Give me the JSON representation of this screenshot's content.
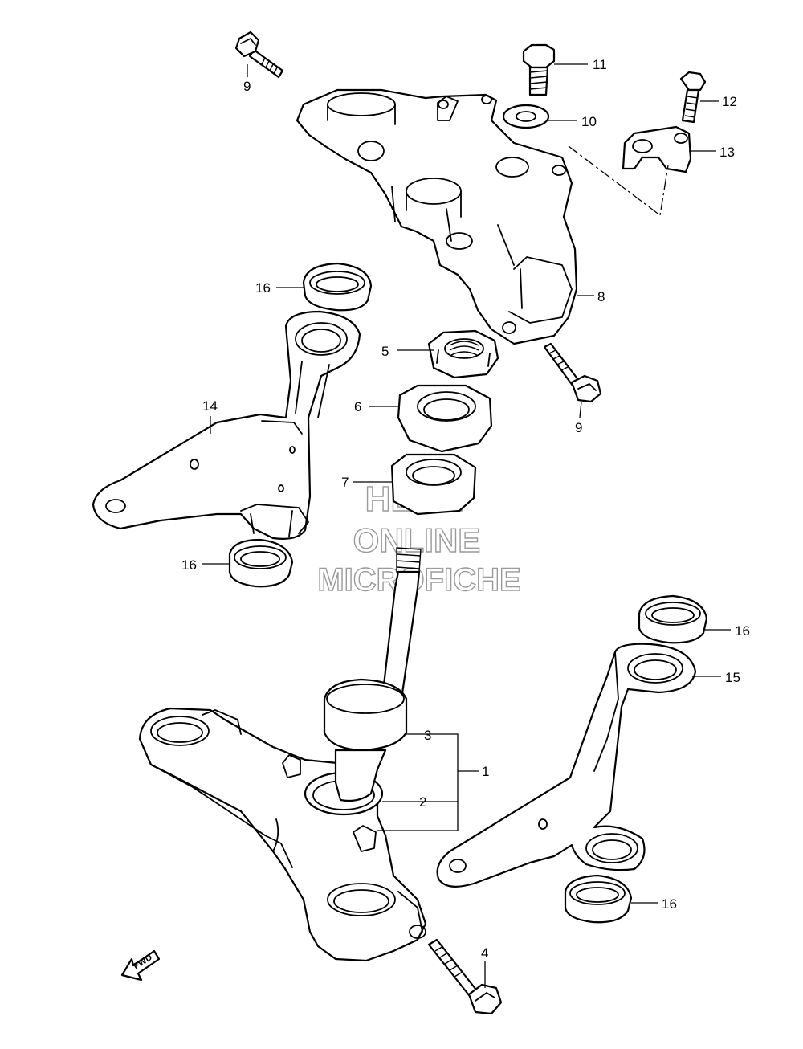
{
  "watermark": {
    "line1": "HLSM",
    "line2": "ONLINE",
    "line3": "MICROFICHE"
  },
  "direction_label": "FWD",
  "callouts": {
    "c1": "1",
    "c2": "2",
    "c3": "3",
    "c4": "4",
    "c5": "5",
    "c6": "6",
    "c7": "7",
    "c8": "8",
    "c9a": "9",
    "c9b": "9",
    "c10": "10",
    "c11": "11",
    "c12": "12",
    "c13": "13",
    "c14": "14",
    "c15": "15",
    "c16a": "16",
    "c16b": "16",
    "c16c": "16",
    "c16d": "16"
  }
}
